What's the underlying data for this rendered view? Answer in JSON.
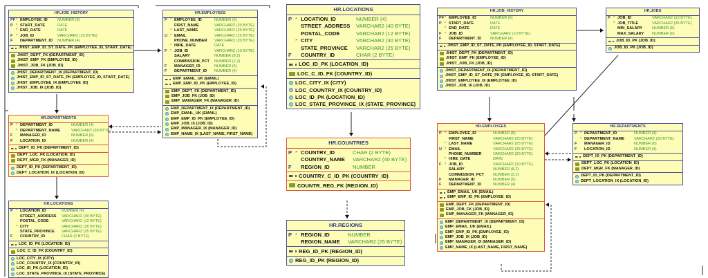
{
  "colors": {
    "entity_fill": "#fdfdb8",
    "entity_border": "#4a4f9a",
    "selected_border": "#d9573f",
    "title": "#2f3a8a",
    "datatype": "#3a9030",
    "required": "#c03030"
  },
  "entities": {
    "job_history_l": {
      "title": "HR.JOB_HISTORY",
      "columns": [
        {
          "flag": "PF",
          "req": "*",
          "name": "EMPLOYEE_ID",
          "type": "NUMBER (6)"
        },
        {
          "flag": "P",
          "req": "*",
          "name": "START_DATE",
          "type": "DATE"
        },
        {
          "flag": "",
          "req": "*",
          "name": "END_DATE",
          "type": "DATE"
        },
        {
          "flag": "F",
          "req": "*",
          "name": "JOB_ID",
          "type": "VARCHAR2 (10 BYTE)"
        },
        {
          "flag": "F",
          "req": "",
          "name": "DEPARTMENT_ID",
          "type": "NUMBER (4)"
        }
      ],
      "pks": [
        "JHIST_EMP_ID_ST_DATE_PK (EMPLOYEE_ID, START_DATE)"
      ],
      "fks": [
        "JHIST_DEPT_FK (DEPARTMENT_ID)",
        "JHIST_EMP_FK (EMPLOYEE_ID)",
        "JHIST_JOB_FK (JOB_ID)"
      ],
      "indexes": [
        "JHIST_DEPARTMENT_IX (DEPARTMENT_ID)",
        "JHIST_EMP_ID_ST_DATE_PK (EMPLOYEE_ID, START_DATE)",
        "JHIST_EMPLOYEE_IX (EMPLOYEE_ID)",
        "JHIST_JOB_IX (JOB_ID)"
      ]
    },
    "employees_l": {
      "title": "HR.EMPLOYEES",
      "columns": [
        {
          "flag": "P",
          "req": "*",
          "name": "EMPLOYEE_ID",
          "type": "NUMBER (6)"
        },
        {
          "flag": "",
          "req": "",
          "name": "FIRST_NAME",
          "type": "VARCHAR2 (20 BYTE)"
        },
        {
          "flag": "",
          "req": "*",
          "name": "LAST_NAME",
          "type": "VARCHAR2 (25 BYTE)"
        },
        {
          "flag": "U",
          "req": "*",
          "name": "EMAIL",
          "type": "VARCHAR2 (25 BYTE)"
        },
        {
          "flag": "",
          "req": "",
          "name": "PHONE_NUMBER",
          "type": "VARCHAR2 (20 BYTE)"
        },
        {
          "flag": "",
          "req": "*",
          "name": "HIRE_DATE",
          "type": "DATE"
        },
        {
          "flag": "F",
          "req": "*",
          "name": "JOB_ID",
          "type": "VARCHAR2 (10 BYTE)"
        },
        {
          "flag": "",
          "req": "",
          "name": "SALARY",
          "type": "NUMBER (8,2)"
        },
        {
          "flag": "",
          "req": "",
          "name": "COMMISSION_PCT",
          "type": "NUMBER (2,2)"
        },
        {
          "flag": "F",
          "req": "",
          "name": "MANAGER_ID",
          "type": "NUMBER (6)"
        },
        {
          "flag": "F",
          "req": "",
          "name": "DEPARTMENT_ID",
          "type": "NUMBER (4)"
        }
      ],
      "pks": [
        "EMP_EMAIL_UK (EMAIL)",
        "EMP_EMP_ID_PK (EMPLOYEE_ID)"
      ],
      "fks": [
        "EMP_DEPT_FK (DEPARTMENT_ID)",
        "EMP_JOB_FK (JOB_ID)",
        "EMP_MANAGER_FK (MANAGER_ID)"
      ],
      "indexes": [
        "EMP_DEPARTMENT_IX (DEPARTMENT_ID)",
        "EMP_EMAIL_UK (EMAIL)",
        "EMP_EMP_ID_PK (EMPLOYEE_ID)",
        "EMP_JOB_IX (JOB_ID)",
        "EMP_MANAGER_IX (MANAGER_ID)",
        "EMP_NAME_IX (LAST_NAME, FIRST_NAME)"
      ]
    },
    "departments_l": {
      "title": "HR.DEPARTMENTS",
      "columns": [
        {
          "flag": "P",
          "req": "*",
          "name": "DEPARTMENT_ID",
          "type": "NUMBER (4)"
        },
        {
          "flag": "",
          "req": "*",
          "name": "DEPARTMENT_NAME",
          "type": "VARCHAR2 (30 BYTE)"
        },
        {
          "flag": "F",
          "req": "",
          "name": "MANAGER_ID",
          "type": "NUMBER (6)"
        },
        {
          "flag": "F",
          "req": "",
          "name": "LOCATION_ID",
          "type": "NUMBER (4)"
        }
      ],
      "pks": [
        "DEPT_ID_PK (DEPARTMENT_ID)"
      ],
      "fks": [
        "DEPT_LOC_FK (LOCATION_ID)",
        "DEPT_MGR_FK (MANAGER_ID)"
      ],
      "indexes": [
        "DEPT_ID_PK (DEPARTMENT_ID)",
        "DEPT_LOCATION_IX (LOCATION_ID)"
      ]
    },
    "locations_l": {
      "title": "HR.LOCATIONS",
      "columns": [
        {
          "flag": "P",
          "req": "*",
          "name": "LOCATION_ID",
          "type": "NUMBER (4)"
        },
        {
          "flag": "",
          "req": "",
          "name": "STREET_ADDRESS",
          "type": "VARCHAR2 (40 BYTE)"
        },
        {
          "flag": "",
          "req": "",
          "name": "POSTAL_CODE",
          "type": "VARCHAR2 (12 BYTE)"
        },
        {
          "flag": "",
          "req": "*",
          "name": "CITY",
          "type": "VARCHAR2 (30 BYTE)"
        },
        {
          "flag": "",
          "req": "",
          "name": "STATE_PROVINCE",
          "type": "VARCHAR2 (25 BYTE)"
        },
        {
          "flag": "F",
          "req": "",
          "name": "COUNTRY_ID",
          "type": "CHAR (2 BYTE)"
        }
      ],
      "pks": [
        "LOC_ID_PK (LOCATION_ID)"
      ],
      "fks": [
        "LOC_C_ID_FK (COUNTRY_ID)"
      ],
      "indexes": [
        "LOC_CITY_IX (CITY)",
        "LOC_COUNTRY_IX (COUNTRY_ID)",
        "LOC_ID_PK (LOCATION_ID)",
        "LOC_STATE_PROVINCE_IX (STATE_PROVINCE)"
      ]
    },
    "locations_c": {
      "title": "HR.LOCATIONS",
      "columns": [
        {
          "flag": "P",
          "req": "*",
          "name": "LOCATION_ID",
          "type": "NUMBER (4)"
        },
        {
          "flag": "",
          "req": "",
          "name": "STREET_ADDRESS",
          "type": "VARCHAR2 (40 BYTE)"
        },
        {
          "flag": "",
          "req": "",
          "name": "POSTAL_CODE",
          "type": "VARCHAR2 (12 BYTE)"
        },
        {
          "flag": "",
          "req": "*",
          "name": "CITY",
          "type": "VARCHAR2 (30 BYTE)"
        },
        {
          "flag": "",
          "req": "",
          "name": "STATE_PROVINCE",
          "type": "VARCHAR2 (25 BYTE)"
        },
        {
          "flag": "F",
          "req": "",
          "name": "COUNTRY_ID",
          "type": "CHAR (2 BYTE)"
        }
      ],
      "pks": [
        "LOC_ID_PK (LOCATION_ID)"
      ],
      "fks": [
        "LOC_C_ID_FK (COUNTRY_ID)"
      ],
      "indexes": [
        "LOC_CITY_IX (CITY)",
        "LOC_COUNTRY_IX (COUNTRY_ID)",
        "LOC_ID_PK (LOCATION_ID)",
        "LOC_STATE_PROVINCE_IX (STATE_PROVINCE)"
      ]
    },
    "countries_c": {
      "title": "HR.COUNTRIES",
      "columns": [
        {
          "flag": "P",
          "req": "*",
          "name": "COUNTRY_ID",
          "type": "CHAR (2 BYTE)"
        },
        {
          "flag": "",
          "req": "",
          "name": "COUNTRY_NAME",
          "type": "VARCHAR2 (40 BYTE)"
        },
        {
          "flag": "F",
          "req": "",
          "name": "REGION_ID",
          "type": "NUMBER"
        }
      ],
      "pks": [
        "COUNTRY_C_ID_PK (COUNTRY_ID)"
      ],
      "fks": [
        "COUNTR_REG_FK (REGION_ID)"
      ],
      "indexes": []
    },
    "regions_c": {
      "title": "HR.REGIONS",
      "columns": [
        {
          "flag": "P",
          "req": "*",
          "name": "REGION_ID",
          "type": "NUMBER"
        },
        {
          "flag": "",
          "req": "",
          "name": "REGION_NAME",
          "type": "VARCHAR2 (25 BYTE)"
        }
      ],
      "pks": [
        "REG_ID_PK (REGION_ID)"
      ],
      "fks": [],
      "indexes": [
        "REG_ID_PK (REGION_ID)"
      ]
    },
    "job_history_r": {
      "title": "HR.JOB_HISTORY",
      "columns": [
        {
          "flag": "PF",
          "req": "*",
          "name": "EMPLOYEE_ID",
          "type": "NUMBER (6)"
        },
        {
          "flag": "P",
          "req": "*",
          "name": "START_DATE",
          "type": "DATE"
        },
        {
          "flag": "",
          "req": "*",
          "name": "END_DATE",
          "type": "DATE"
        },
        {
          "flag": "F",
          "req": "*",
          "name": "JOB_ID",
          "type": "VARCHAR2 (10 BYTE)"
        },
        {
          "flag": "F",
          "req": "",
          "name": "DEPARTMENT_ID",
          "type": "NUMBER (4)"
        }
      ],
      "pks": [
        "JHIST_EMP_ID_ST_DATE_PK (EMPLOYEE_ID, START_DATE)"
      ],
      "fks": [
        "JHIST_DEPT_FK (DEPARTMENT_ID)",
        "JHIST_EMP_FK (EMPLOYEE_ID)",
        "JHIST_JOB_FK (JOB_ID)"
      ],
      "indexes": [
        "JHIST_DEPARTMENT_IX (DEPARTMENT_ID)",
        "JHIST_EMP_ID_ST_DATE_PK (EMPLOYEE_ID, START_DATE)",
        "JHIST_EMPLOYEE_IX (EMPLOYEE_ID)",
        "JHIST_JOB_IX (JOB_ID)"
      ]
    },
    "jobs_r": {
      "title": "HR.JOBS",
      "columns": [
        {
          "flag": "P",
          "req": "*",
          "name": "JOB_ID",
          "type": "VARCHAR2 (10 BYTE)"
        },
        {
          "flag": "",
          "req": "*",
          "name": "JOB_TITLE",
          "type": "VARCHAR2 (35 BYTE)"
        },
        {
          "flag": "",
          "req": "",
          "name": "MIN_SALARY",
          "type": "NUMBER (6)"
        },
        {
          "flag": "",
          "req": "",
          "name": "MAX_SALARY",
          "type": "NUMBER (6)"
        }
      ],
      "pks": [
        "JOB_ID_PK (JOB_ID)"
      ],
      "fks": [],
      "indexes": [
        "JOB_ID_PK (JOB_ID)"
      ]
    },
    "employees_r": {
      "title": "HR.EMPLOYEES",
      "columns": [
        {
          "flag": "P",
          "req": "*",
          "name": "EMPLOYEE_ID",
          "type": "NUMBER (6)"
        },
        {
          "flag": "",
          "req": "",
          "name": "FIRST_NAME",
          "type": "VARCHAR2 (20 BYTE)"
        },
        {
          "flag": "",
          "req": "*",
          "name": "LAST_NAME",
          "type": "VARCHAR2 (25 BYTE)"
        },
        {
          "flag": "U",
          "req": "*",
          "name": "EMAIL",
          "type": "VARCHAR2 (25 BYTE)"
        },
        {
          "flag": "",
          "req": "",
          "name": "PHONE_NUMBER",
          "type": "VARCHAR2 (20 BYTE)"
        },
        {
          "flag": "",
          "req": "*",
          "name": "HIRE_DATE",
          "type": "DATE"
        },
        {
          "flag": "F",
          "req": "*",
          "name": "JOB_ID",
          "type": "VARCHAR2 (10 BYTE)"
        },
        {
          "flag": "",
          "req": "",
          "name": "SALARY",
          "type": "NUMBER (8,2)"
        },
        {
          "flag": "",
          "req": "",
          "name": "COMMISSION_PCT",
          "type": "NUMBER (2,2)"
        },
        {
          "flag": "F",
          "req": "",
          "name": "MANAGER_ID",
          "type": "NUMBER (6)"
        },
        {
          "flag": "F",
          "req": "",
          "name": "DEPARTMENT_ID",
          "type": "NUMBER (4)"
        }
      ],
      "pks": [
        "EMP_EMAIL_UK (EMAIL)",
        "EMP_EMP_ID_PK (EMPLOYEE_ID)"
      ],
      "fks": [
        "EMP_DEPT_FK (DEPARTMENT_ID)",
        "EMP_JOB_FK (JOB_ID)",
        "EMP_MANAGER_FK (MANAGER_ID)"
      ],
      "indexes": [
        "EMP_DEPARTMENT_IX (DEPARTMENT_ID)",
        "EMP_EMAIL_UK (EMAIL)",
        "EMP_EMP_ID_PK (EMPLOYEE_ID)",
        "EMP_JOB_IX (JOB_ID)",
        "EMP_MANAGER_IX (MANAGER_ID)",
        "EMP_NAME_IX (LAST_NAME, FIRST_NAME)"
      ]
    },
    "departments_r": {
      "title": "HR.DEPARTMENTS",
      "columns": [
        {
          "flag": "P",
          "req": "*",
          "name": "DEPARTMENT_ID",
          "type": "NUMBER (4)"
        },
        {
          "flag": "",
          "req": "*",
          "name": "DEPARTMENT_NAME",
          "type": "VARCHAR2 (30 BYTE)"
        },
        {
          "flag": "F",
          "req": "",
          "name": "MANAGER_ID",
          "type": "NUMBER (6)"
        },
        {
          "flag": "F",
          "req": "",
          "name": "LOCATION_ID",
          "type": "NUMBER (4)"
        }
      ],
      "pks": [
        "DEPT_ID_PK (DEPARTMENT_ID)"
      ],
      "fks": [
        "DEPT_LOC_FK (LOCATION_ID)",
        "DEPT_MGR_FK (MANAGER_ID)"
      ],
      "indexes": [
        "DEPT_ID_PK (DEPARTMENT_ID)",
        "DEPT_LOCATION_IX (LOCATION_ID)"
      ]
    }
  }
}
